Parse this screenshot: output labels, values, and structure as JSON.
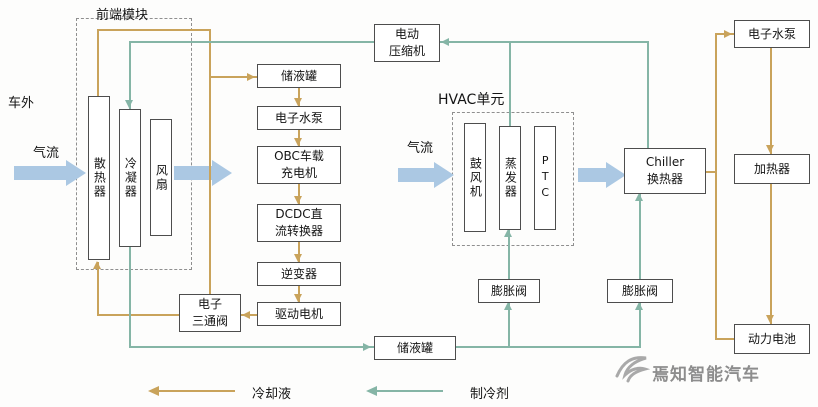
{
  "diagram": {
    "regions": {
      "front_module": "前端模块",
      "hvac_unit": "HVAC单元"
    },
    "labels": {
      "outside": "车外",
      "airflow_front": "气流",
      "airflow_hvac": "气流"
    },
    "components": {
      "radiator": "散热器",
      "condenser": "冷凝器",
      "fan": "风扇",
      "reservoir_top": "储液罐",
      "water_pump_mid": "电子水泵",
      "obc": "OBC车载\n充电机",
      "dcdc": "DCDC直\n流转换器",
      "inverter": "逆变器",
      "drive_motor": "驱动电机",
      "compressor": "电动\n压缩机",
      "blower": "鼓风机",
      "evaporator": "蒸发器",
      "ptc": "PTC",
      "chiller": "Chiller\n换热器",
      "water_pump_battery": "电子水泵",
      "heater": "加热器",
      "battery": "动力电池",
      "three_way_valve": "电子\n三通阀",
      "reservoir_bottom": "储液罐",
      "expansion_valve_evap": "膨胀阀",
      "expansion_valve_chiller": "膨胀阀"
    },
    "legend": {
      "coolant": "冷却液",
      "refrigerant": "制冷剂"
    },
    "colors": {
      "coolant_line": "#c9a35b",
      "refrigerant_line": "#85b5a6",
      "airflow_arrow": "#abc8e3"
    },
    "watermark": "焉知智能汽车"
  }
}
